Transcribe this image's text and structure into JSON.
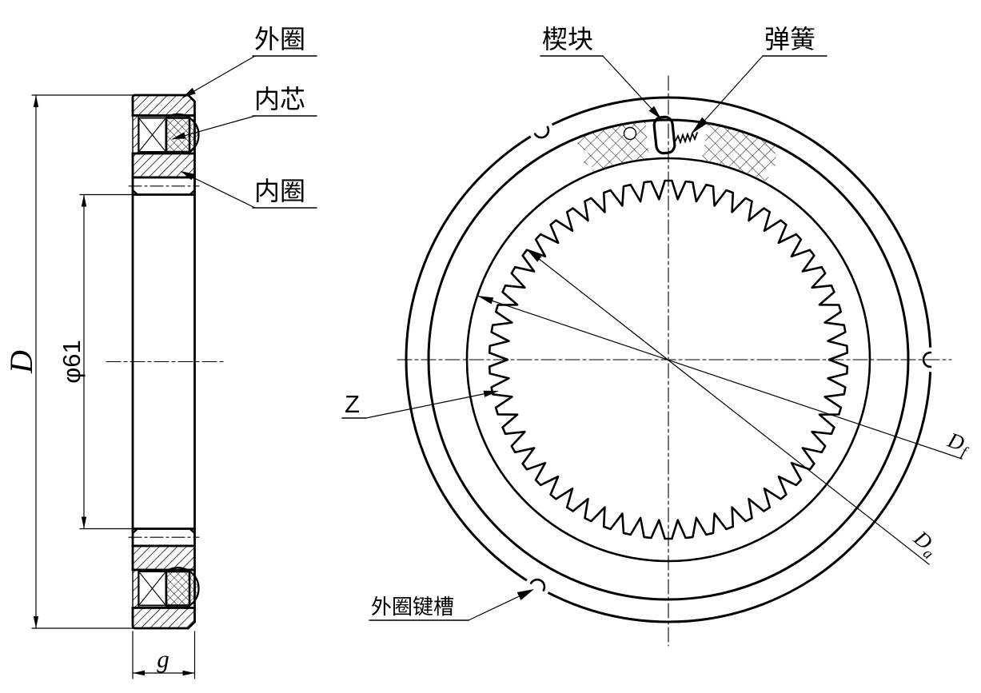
{
  "left_view": {
    "callouts": {
      "outer_ring": "外圈",
      "inner_core": "内芯",
      "inner_ring": "内圈"
    },
    "dimensions": {
      "outer_diameter": "D",
      "bore": "φ61",
      "width": "g"
    }
  },
  "right_view": {
    "callouts": {
      "sprag": "楔块",
      "spring": "弹簧",
      "outer_ring_keyway": "外圈键槽"
    },
    "dimensions": {
      "teeth_symbol": "Z",
      "root_diameter_main": "D",
      "root_diameter_sub": "f",
      "tip_diameter_main": "D",
      "tip_diameter_sub": "a"
    },
    "teeth_count": 54,
    "keyway_angles_deg": [
      0,
      119,
      240
    ]
  },
  "colors": {
    "line": "#000000",
    "background": "#ffffff"
  }
}
